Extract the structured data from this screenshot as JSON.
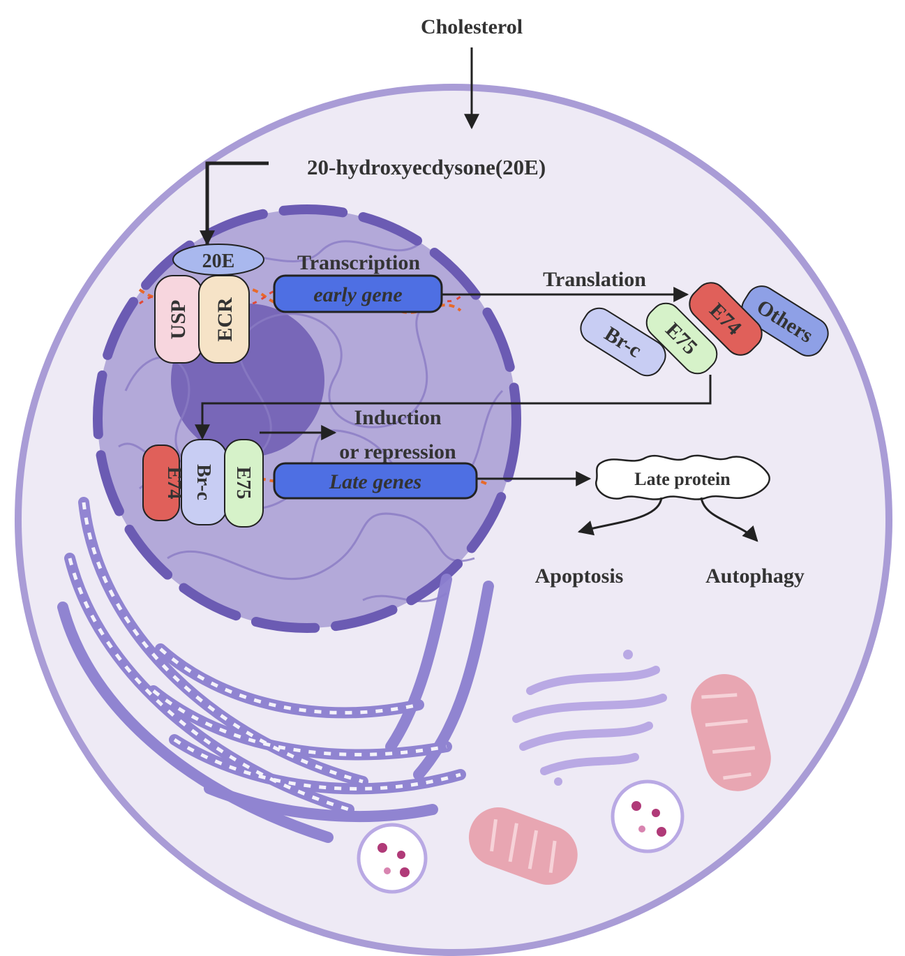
{
  "labels": {
    "cholesterol": "Cholesterol",
    "hormone": "20-hydroxyecdysone(20E)",
    "ligand": "20E",
    "usp": "USP",
    "ecr": "ECR",
    "transcription": "Transcription",
    "early_gene": "early gene",
    "translation": "Translation",
    "e74": "E74",
    "e75": "E75",
    "brc": "Br-c",
    "others": "Others",
    "induction_line1": "Induction",
    "induction_line2": "or repression",
    "late_genes": "Late genes",
    "late_protein": "Late protein",
    "apoptosis": "Apoptosis",
    "autophagy": "Autophagy"
  },
  "colors": {
    "cell_fill": "#eeeaf5",
    "cell_border": "#a99cd6",
    "nucleus_fill": "#a89dd4",
    "nucleus_border": "#6b5bb3",
    "gene_fill": "#4e6fe3",
    "ligand_fill": "#a9b8ee",
    "e74_fill": "#e0605a",
    "e75_fill": "#d6f2c9",
    "brc_fill": "#c8cdf3",
    "others_fill": "#8ea0e6",
    "usp_fill": "#f7d6de",
    "ecr_fill": "#f6e3c7",
    "organelle_purple": "#8c7fd0",
    "mito_pink": "#e8a6b2"
  }
}
